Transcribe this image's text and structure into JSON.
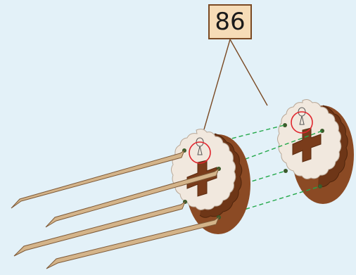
{
  "step": {
    "number": "86"
  },
  "colors": {
    "background": "#e3f1f8",
    "label_fill": "#f6dcb7",
    "label_border": "#7a4a24",
    "wood_face": "#f1e8de",
    "wood_edge": "#8b4a24",
    "wood_edge_dark": "#5e2e12",
    "dowel": "#d4b48a",
    "dowel_edge": "#7e5a38",
    "guide_line": "#23a84a",
    "highlight_circle": "#e0262e",
    "leader_line": "#7a4a24"
  },
  "parts": {
    "gear_count": 2,
    "dowel_count": 4,
    "icons": [
      "gear-plate",
      "dowel-rod",
      "keyhole",
      "alignment-guide",
      "highlight-circle"
    ]
  }
}
